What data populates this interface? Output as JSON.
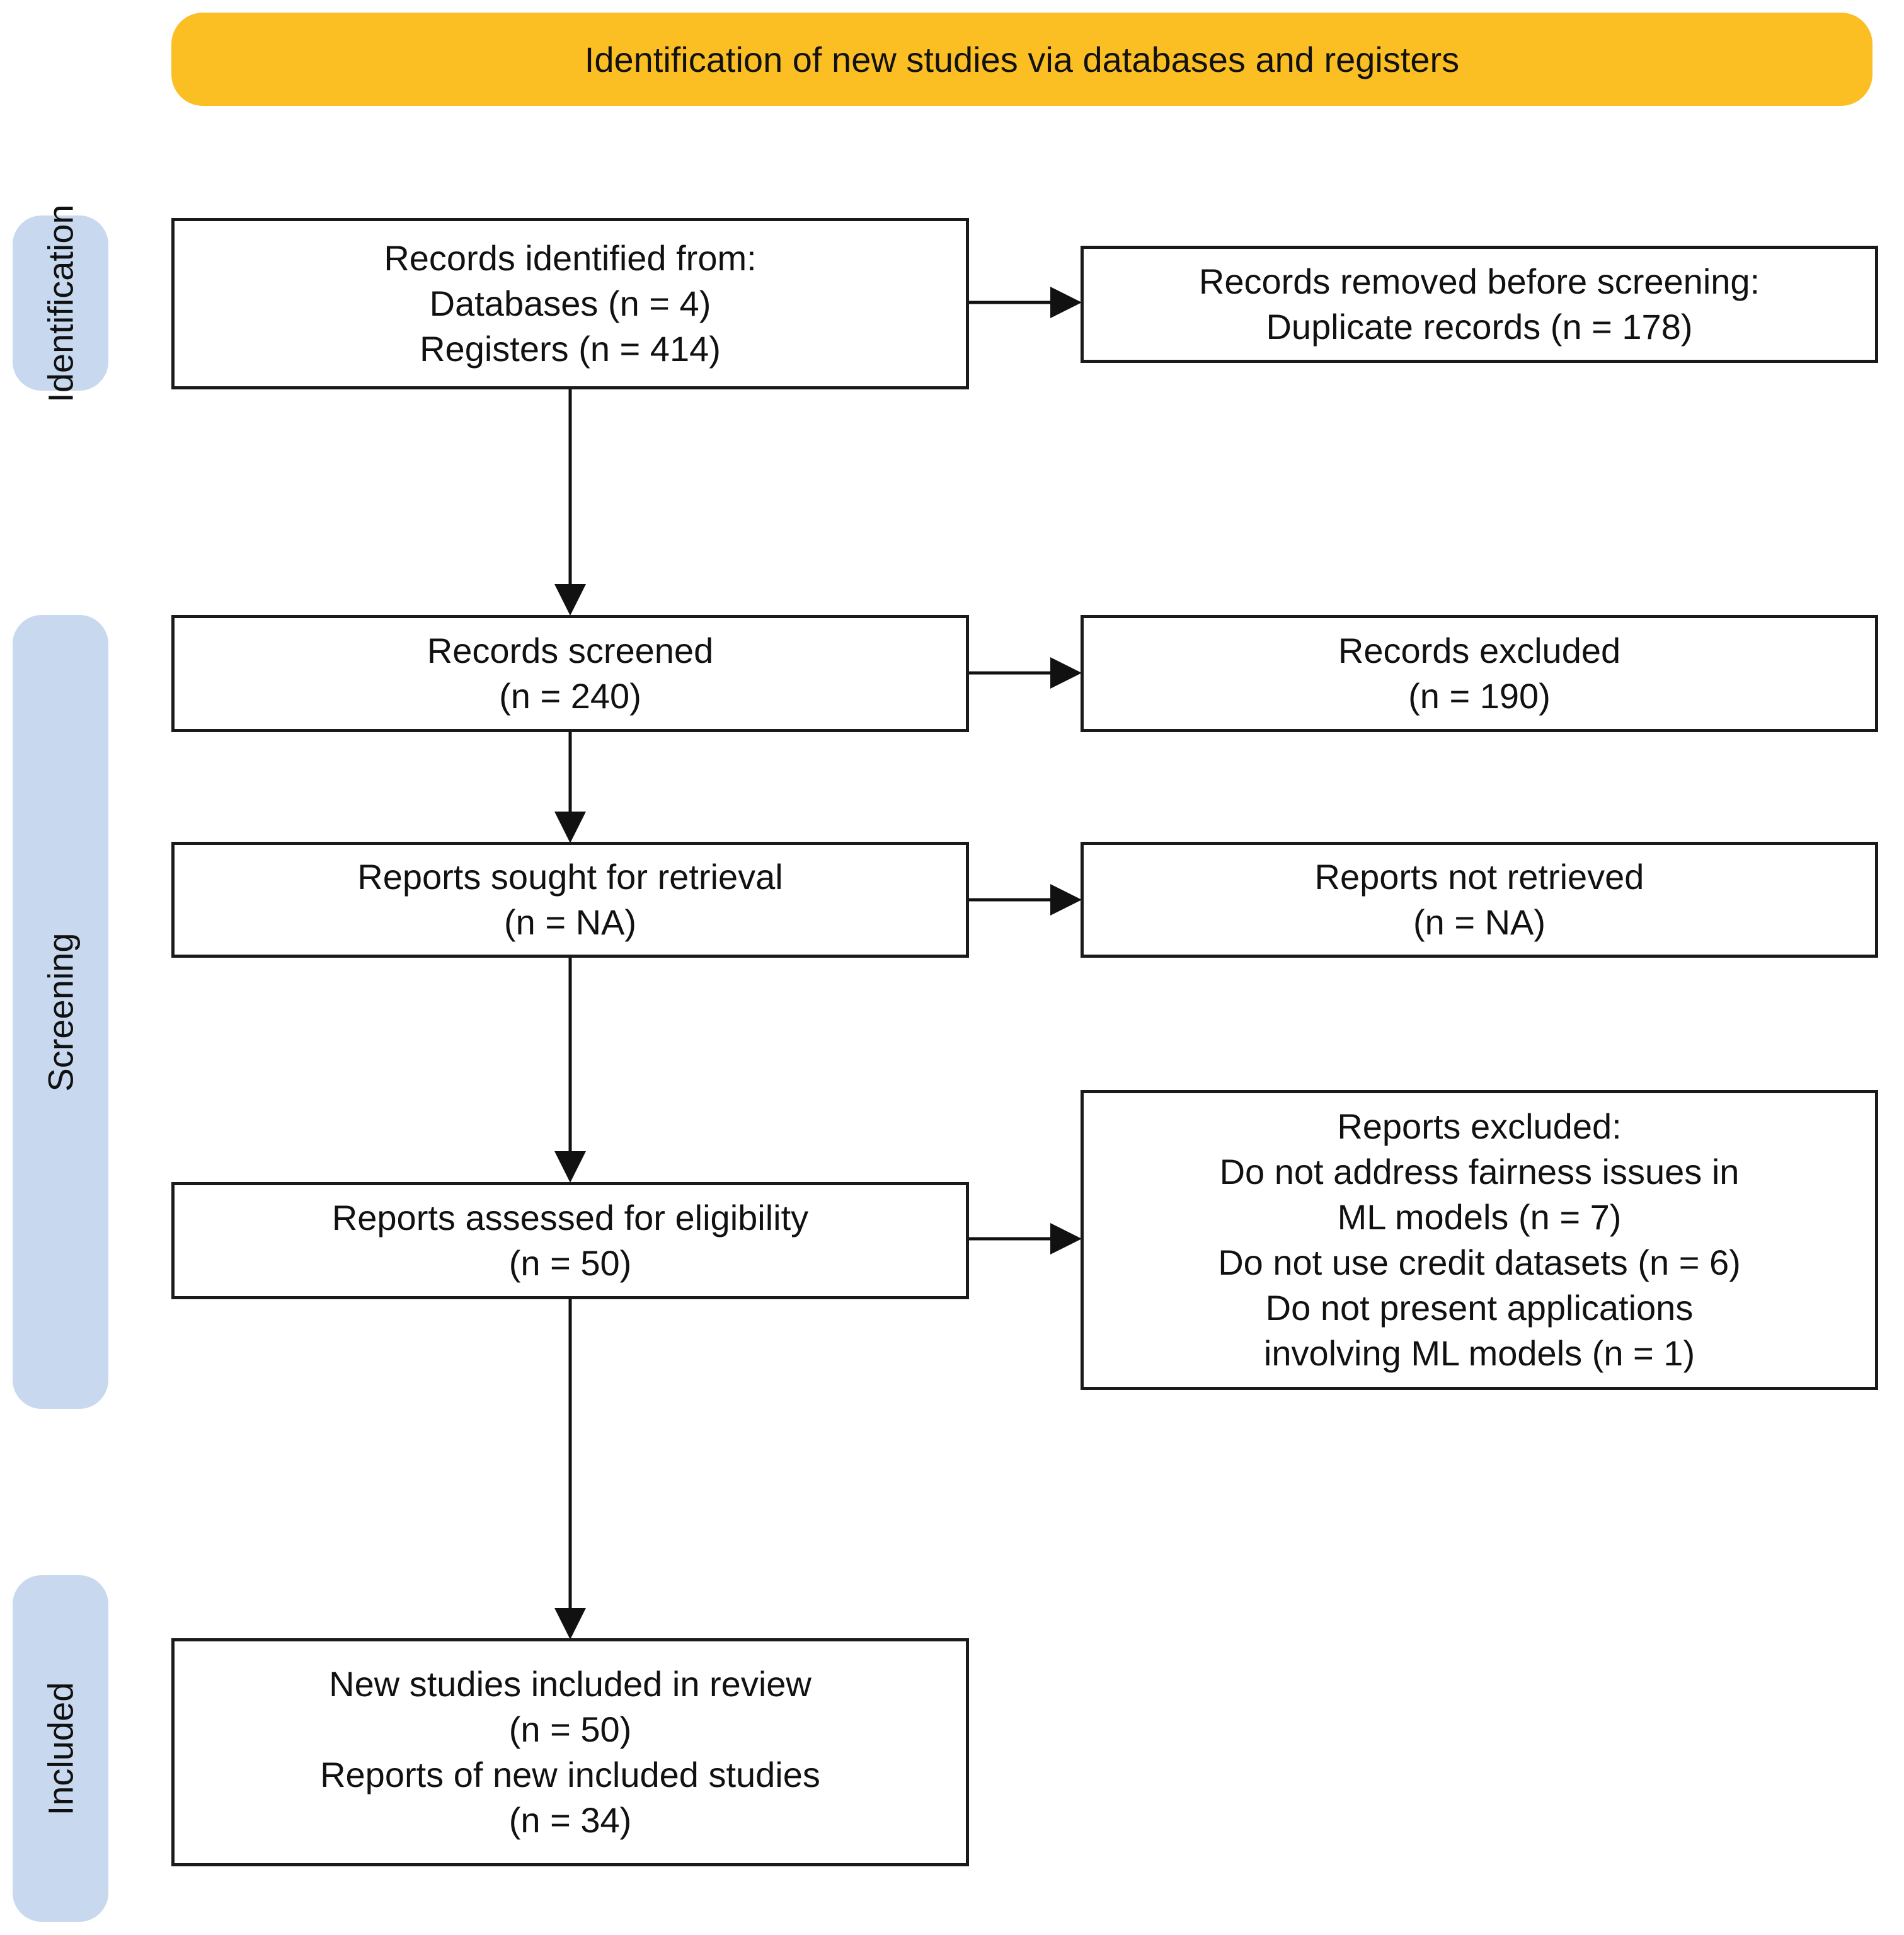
{
  "header": {
    "title": "Identification of new studies via databases and registers"
  },
  "stages": {
    "identification": "Identification",
    "screening": "Screening",
    "included": "Included"
  },
  "boxes": {
    "records_identified": {
      "lines": [
        "Records identified from:",
        "Databases (n = 4)",
        "Registers (n = 414)"
      ]
    },
    "records_removed": {
      "lines": [
        "Records removed before screening:",
        "Duplicate records (n = 178)"
      ]
    },
    "records_screened": {
      "lines": [
        "Records screened",
        "(n = 240)"
      ]
    },
    "records_excluded": {
      "lines": [
        "Records excluded",
        "(n = 190)"
      ]
    },
    "reports_sought": {
      "lines": [
        "Reports sought for retrieval",
        "(n = NA)"
      ]
    },
    "reports_not_retrieved": {
      "lines": [
        "Reports not retrieved",
        "(n = NA)"
      ]
    },
    "reports_assessed": {
      "lines": [
        "Reports assessed for eligibility",
        "(n = 50)"
      ]
    },
    "reports_excluded": {
      "lines": [
        "Reports excluded:",
        "Do not address fairness issues in",
        "ML models (n = 7)",
        "Do not use credit datasets (n = 6)",
        "Do not present applications",
        "involving ML models (n = 1)"
      ]
    },
    "studies_included": {
      "lines": [
        "New studies included in review",
        "(n = 50)",
        "Reports of new included studies",
        "(n = 34)"
      ]
    }
  },
  "colors": {
    "header": "#fbbf24",
    "stage_pill": "#c7d8ef",
    "border": "#1a1a1a"
  }
}
